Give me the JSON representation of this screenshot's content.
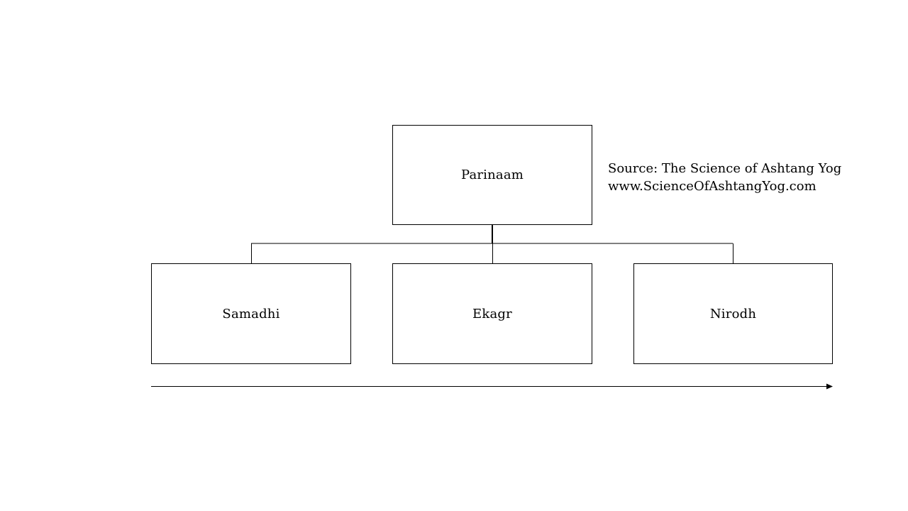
{
  "diagram": {
    "root": {
      "label": "Parinaam"
    },
    "children": [
      {
        "label": "Samadhi"
      },
      {
        "label": "Ekagr"
      },
      {
        "label": "Nirodh"
      }
    ]
  },
  "source": {
    "line1": "Source: The Science of Ashtang Yog",
    "line2": "www.ScienceOfAshtangYog.com"
  },
  "colors": {
    "stroke": "#000000",
    "background": "#ffffff"
  }
}
